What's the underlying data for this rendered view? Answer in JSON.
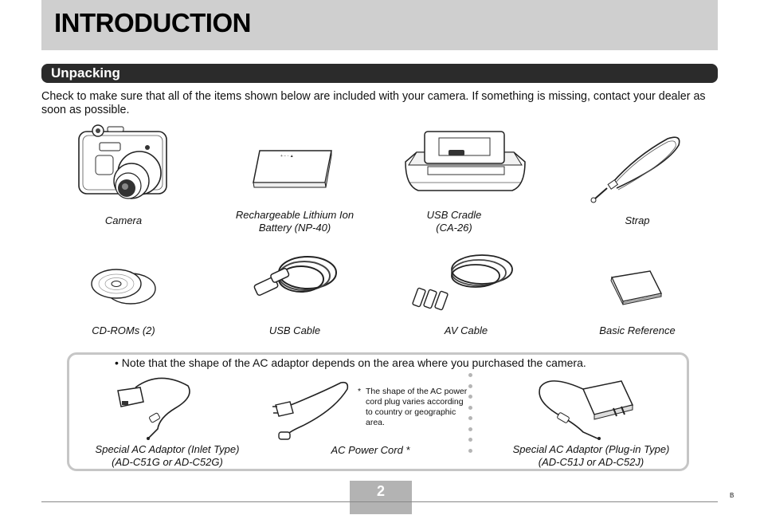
{
  "header": {
    "title": "INTRODUCTION"
  },
  "section": {
    "title": "Unpacking"
  },
  "intro": "Check to make sure that all of the items shown below are included with your camera. If something is missing, contact your dealer as soon as possible.",
  "items": [
    {
      "line1": "Camera",
      "line2": ""
    },
    {
      "line1": "Rechargeable Lithium Ion",
      "line2": "Battery (NP-40)"
    },
    {
      "line1": "USB Cradle",
      "line2": "(CA-26)"
    },
    {
      "line1": "Strap",
      "line2": ""
    },
    {
      "line1": "CD-ROMs (2)",
      "line2": ""
    },
    {
      "line1": "USB Cable",
      "line2": ""
    },
    {
      "line1": "AV Cable",
      "line2": ""
    },
    {
      "line1": "Basic Reference",
      "line2": ""
    }
  ],
  "note": {
    "text": "• Note that the shape of the AC adaptor depends on the area where you purchased the camera.",
    "footnote_star": "*",
    "footnote": "The shape of the AC power cord plug varies according to country or geographic area.",
    "adaptors": [
      {
        "line1": "Special AC Adaptor (Inlet Type)",
        "line2": "(AD-C51G or AD-C52G)"
      },
      {
        "line1": "AC Power Cord *",
        "line2": ""
      },
      {
        "line1": "Special AC Adaptor (Plug-in Type)",
        "line2": "(AD-C51J or AD-C52J)"
      }
    ]
  },
  "footer": {
    "page_number": "2",
    "corner_mark": "B"
  }
}
